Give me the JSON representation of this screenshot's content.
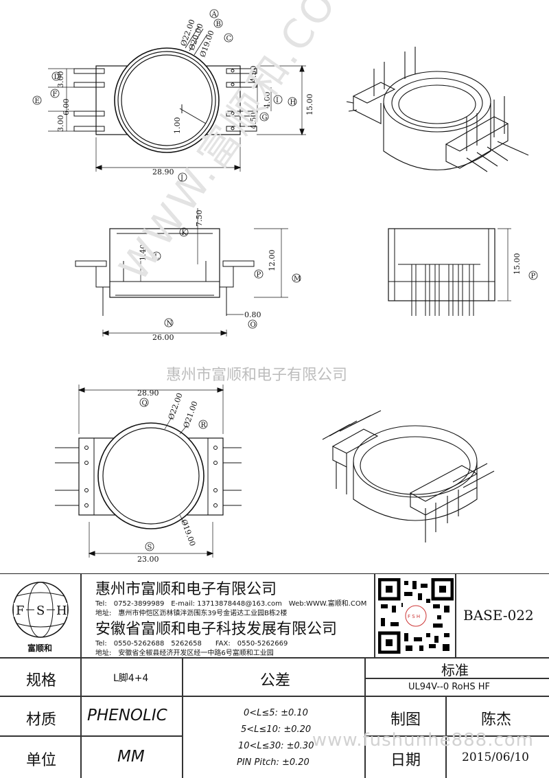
{
  "watermarks": {
    "diagonal": "WWW.富顺和.COM",
    "center": "惠州市富顺和电子有限公司",
    "url": "www.fushunhe888.com"
  },
  "dimensions": {
    "top_view": {
      "d_a": "Ø22.00",
      "d_b": "Ø20.00",
      "d_c": "Ø19.00",
      "pitch_top": "3.00",
      "pitch_mid": "6.00",
      "pitch_bot": "3.00",
      "r_top": "4.50",
      "r_mid": "4.00",
      "r_bot": "4.50",
      "wall": "1.00",
      "height": "15.00",
      "width": "28.90",
      "labels": [
        "A",
        "B",
        "C",
        "D",
        "E",
        "F",
        "G",
        "H",
        "I",
        "J"
      ]
    },
    "front_view": {
      "k": "7.50",
      "l": "1.40",
      "m": "12.00",
      "width": "26.00",
      "pin": "0.80",
      "labels": [
        "K",
        "L",
        "M",
        "N",
        "O",
        "P"
      ]
    },
    "side_view": {
      "height": "15.00",
      "label": "P"
    },
    "bottom_view": {
      "width": "28.90",
      "d1": "Ø22.00",
      "d2": "Ø21.00",
      "d3": "Ø19.00",
      "bottom": "23.00",
      "labels": [
        "Q",
        "R",
        "S"
      ]
    }
  },
  "title_block": {
    "logo": {
      "letters": [
        "F",
        "S",
        "H"
      ],
      "caption": "富顺和"
    },
    "company1": "惠州市富顺和电子有限公司",
    "contact1": "Tel:　0752-3899989　E-mail: 13713878448@163.com　Web:WWW.富顺和.COM",
    "address1": "地址:　惠州市仲恺区沥林镇泮沥围东39号金诺达工业园B栋2楼",
    "company2": "安徽省富顺和电子科技发展有限公司",
    "contact2": "Tel:　0550-5262688　5262658　　FAX:　0550-5262669",
    "address2": "地址:　安徽省全椒县经济开发区经一中路6号富顺和工业园",
    "qr_caption": "F S H",
    "part_no": "BASE-022",
    "spec_label": "规格",
    "spec_value": "L脚4+4",
    "material_label": "材质",
    "material_value": "PHENOLIC",
    "unit_label": "单位",
    "unit_value": "MM",
    "tolerance_label": "公差",
    "tolerances": [
      "0<L≤5: ±0.10",
      "5<L≤10: ±0.20",
      "10<L≤30: ±0.30",
      "PIN Pitch: ±0.20"
    ],
    "standard_label": "标准",
    "standard_value": "UL94V--0  RoHS HF",
    "drawn_label": "制图",
    "drawn_value": "陈杰",
    "date_label": "日期",
    "date_value": "2015/06/10"
  }
}
